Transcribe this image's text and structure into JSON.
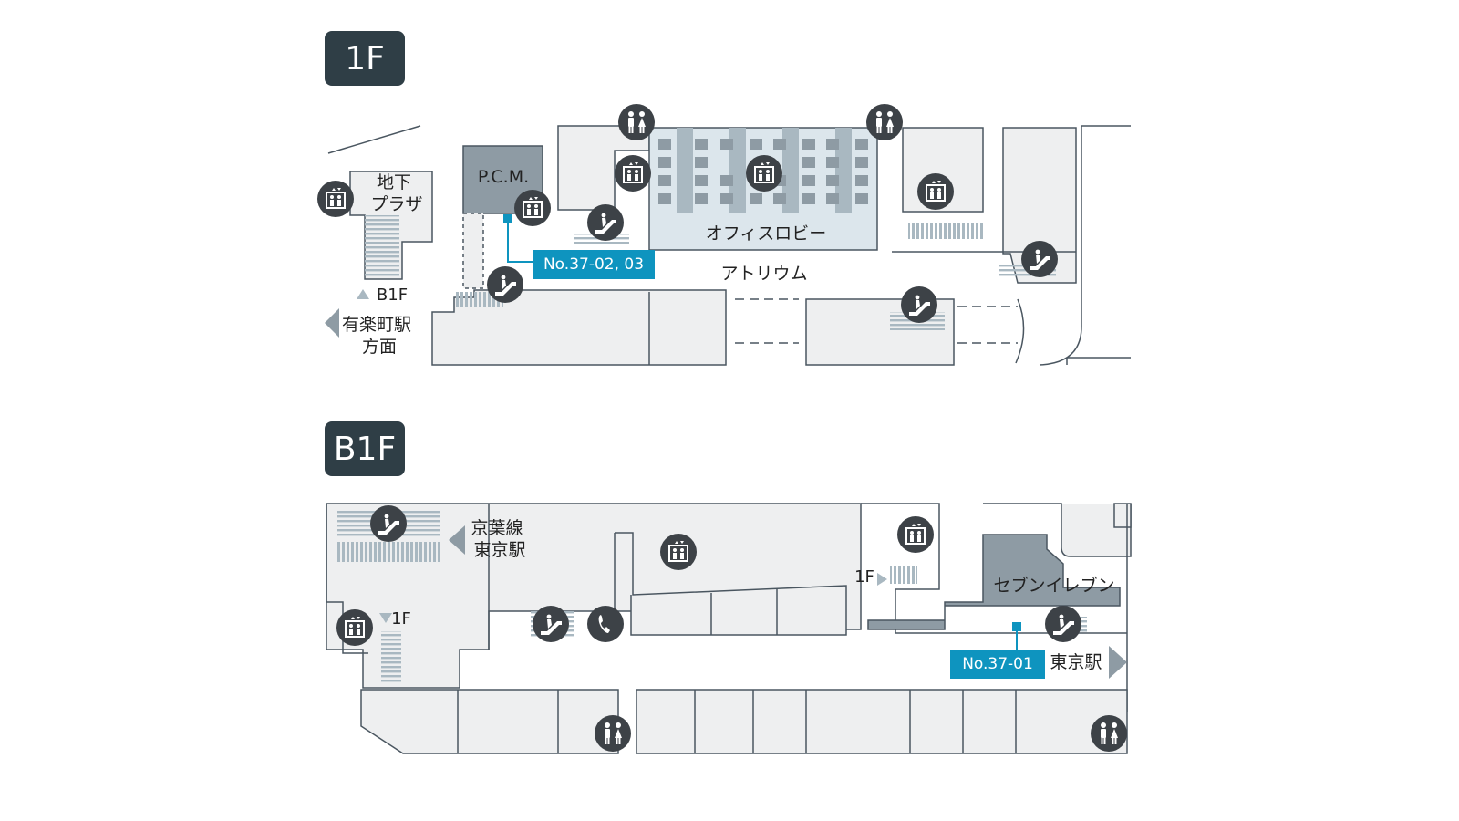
{
  "floors": [
    {
      "label": "1F"
    },
    {
      "label": "B1F"
    }
  ],
  "labels_1f": {
    "chika_plaza": "地下\nプラザ",
    "pcm": "P.C.M.",
    "office_lobby": "オフィスロビー",
    "atrium": "アトリウム",
    "b1f_link": "B1F",
    "yurakucho": "有楽町駅\n方面",
    "spot_tag": "No.37-02, 03"
  },
  "labels_b1f": {
    "keiyo": "京葉線\n東京駅",
    "f1_link_a": "1F",
    "f1_link_b": "1F",
    "seven": "セブンイレブン",
    "tokyo": "東京駅",
    "spot_tag": "No.37-01"
  },
  "colors": {
    "wall": "#4a5660",
    "room": "#eeeff0",
    "highlight_room": "#8e9ba4",
    "lobby": "#dce6ec",
    "stripe": "#a9b8c1",
    "icon_bg": "#3d4247",
    "spot": "#0e94bf",
    "badge": "#2f3e46"
  },
  "icons": {
    "elevator": "elevator-icon",
    "restroom": "restroom-icon",
    "escalator": "escalator-icon",
    "phone": "phone-icon"
  }
}
